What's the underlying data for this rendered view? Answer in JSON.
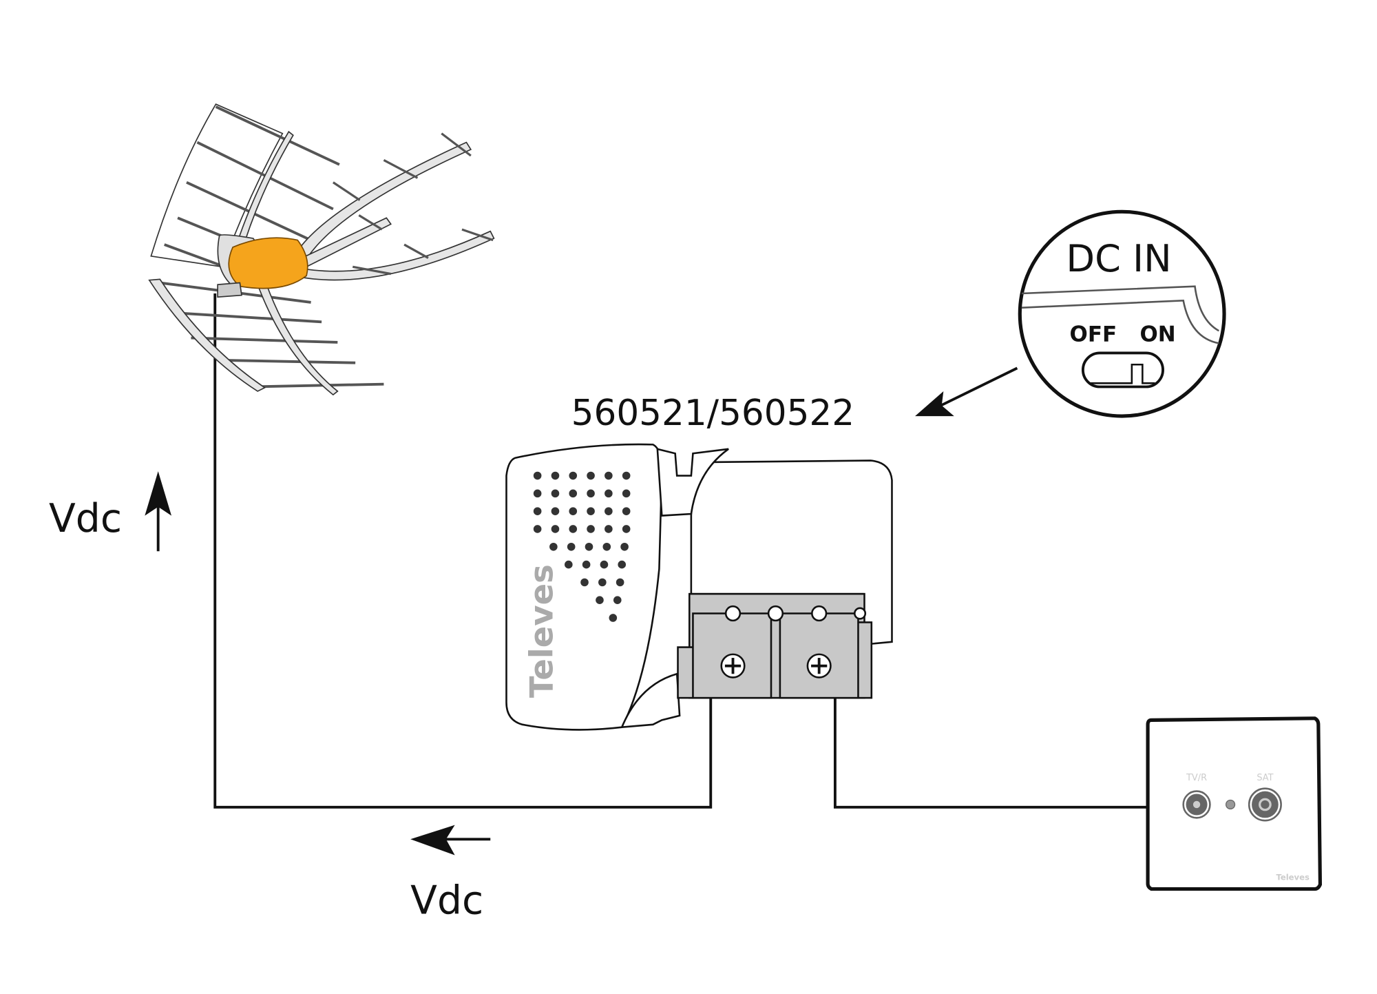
{
  "model_label": "560521/560522",
  "switch_callout": {
    "title": "DC IN",
    "off_label": "OFF",
    "on_label": "ON",
    "switch_state": "ON"
  },
  "amplifier": {
    "brand": "Televes"
  },
  "antenna_voltage_label": "Vdc",
  "cable_voltage_label": "Vdc",
  "wall_socket": {
    "tv_label": "TV/R",
    "sat_label": "SAT",
    "brand": "Televes"
  },
  "colors": {
    "antenna_body": "#F5A41C",
    "line": "#111111",
    "terminal_block": "#C8C8C8"
  }
}
